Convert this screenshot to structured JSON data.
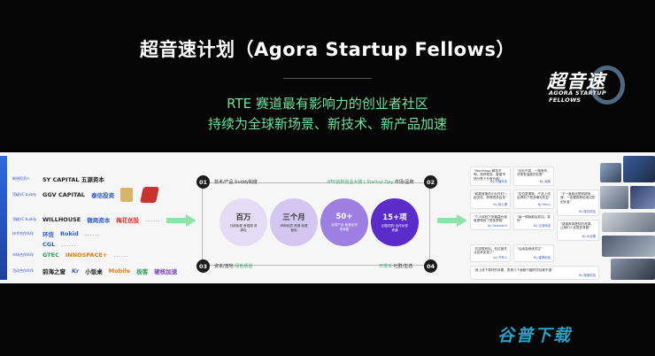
{
  "header": {
    "title": "超音速计划（Agora Startup Fellows）",
    "subtitle_line1": "RTE 赛道最有影响力的创业者社区",
    "subtitle_line2": "持续为全球新场景、新技术、新产品加速"
  },
  "logo": {
    "main": "超音速",
    "sub": "AGORA STARTUP FELLOWS"
  },
  "investors": {
    "rows": [
      {
        "label": "新锐投资人",
        "brands": [
          "5Y CAPITAL 五源资本"
        ]
      },
      {
        "label": "顶级VC buddy",
        "brands": [
          "GGV CAPITAL",
          "泰信投资"
        ]
      },
      {
        "label": "顶级VC buddy",
        "brands": [
          "WILLHOUSE",
          "微商资本",
          "梅花创投",
          "......"
        ]
      },
      {
        "label": "技术合作伙伴",
        "brands": [
          "环信",
          "Rokid",
          "......"
        ]
      },
      {
        "label": "",
        "brands": [
          "CGL",
          "......"
        ]
      },
      {
        "label": "市场合作伙伴",
        "brands": [
          "GTEC",
          "INNOSPACE+",
          "......"
        ]
      },
      {
        "label": "活动合作伙伴",
        "brands": [
          "前海之窗",
          "Kr",
          "小饭桌",
          "Mobile",
          "极客",
          "硬核加速"
        ]
      }
    ]
  },
  "program": {
    "corners": {
      "n1": "01",
      "n2": "02",
      "n3": "03",
      "n4": "04",
      "t1": "技术/产品 buddy制度",
      "t2_hl": "RTE创新创业大赛 | Startup Day",
      "t2": " 市场/品牌",
      "t3": "资本/落地 ",
      "t3_hl": "绿色通道",
      "t4_hl": "开发日",
      "t4": " 社群/生态"
    },
    "circles": [
      {
        "big": "百万",
        "small": "分钟免费 音视频 资源包"
      },
      {
        "big": "三个月",
        "small": "声网优质 资源 免费使用"
      },
      {
        "big": "50+",
        "small": "全球产品 免费合作 导师团"
      },
      {
        "big": "15+项",
        "small": "创投机构 合作伙伴 资源"
      }
    ]
  },
  "testimonials": [
    {
      "text": "“Workshop 解答不明，收获很多，重建市场分享十分有价值”",
      "by": "By 乐播科技"
    },
    {
      "text": "“创业不易，一路有伴，非常有温度的社群”",
      "by": "By 兔客"
    },
    {
      "text": "“和超音速的小伙伴们一起交流，获得很多启发”",
      "by": "By 极心理"
    },
    {
      "text": "“定位更清晰，产品上线后得到了很多曝光机会”",
      "by": "By Mayy"
    },
    {
      "text": "“下一届我还想来超音速，一定要推荐给身边的创业者”",
      "by": "By 微控科技"
    },
    {
      "text": "“个人体验下来最高价值就是得到了很多帮助”",
      "by": "By Voicetech"
    },
    {
      "text": "“每一期我都会参加，真好”",
      "by": "By 空游科技"
    },
    {
      "text": "“感谢声网提供的资源，让我们少走很多弯路”",
      "by": "By AI谈课"
    },
    {
      "text": "“内容很有料，但过度关注技术实现了”",
      "by": "By 汽车人"
    },
    {
      "text": "“后续会继续关注”",
      "by": "By 蜜蜂科技"
    },
    {
      "text": "“我上线下更好的效果，表扬几个我超兴趣的项目都不错”",
      "by": "By 微展科技"
    }
  ],
  "watermark": {
    "text": "谷普下载"
  },
  "colors": {
    "accent_green": "#6fe29b",
    "program_purple": "#5b2cc9",
    "investor_blue": "#2f6be0",
    "watermark_blue": "#2aa0c8"
  }
}
